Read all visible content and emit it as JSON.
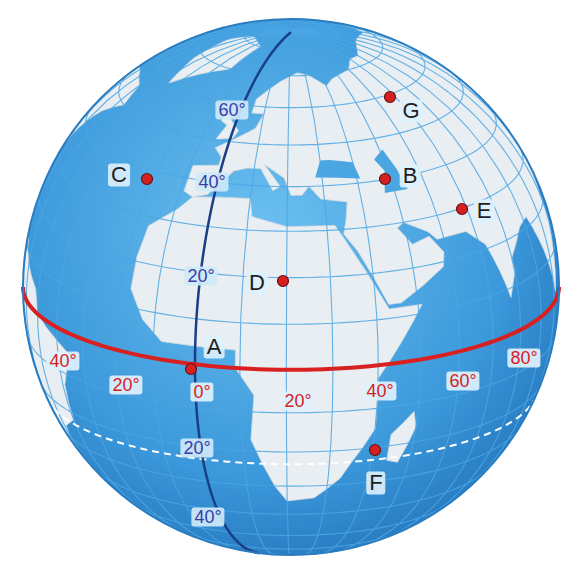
{
  "diagram": {
    "labels": [
      "60°",
      "G",
      "C",
      "40°",
      "B",
      "E",
      "20°",
      "D",
      "A",
      "40°",
      "80°",
      "60°",
      "20°",
      "40°",
      "0°",
      "20°",
      "20°",
      "F",
      "40°"
    ]
  }
}
